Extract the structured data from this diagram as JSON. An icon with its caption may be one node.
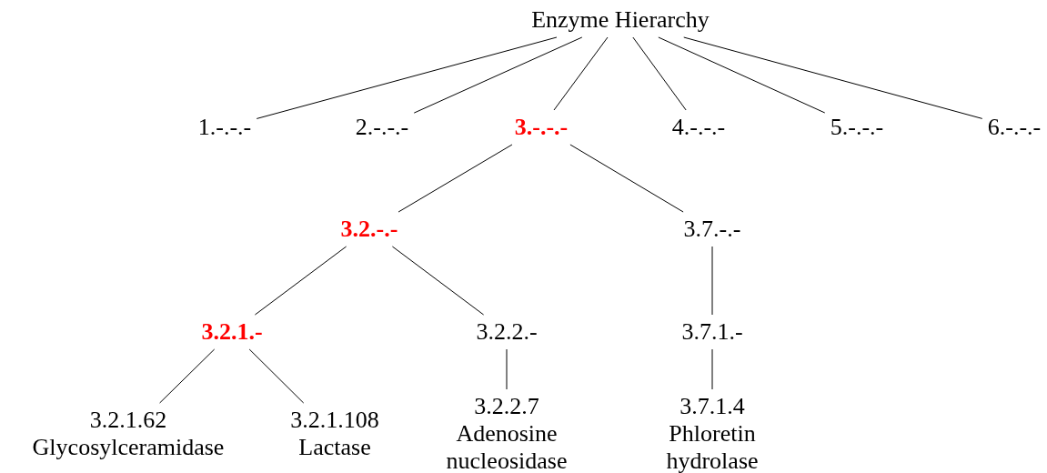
{
  "diagram": {
    "nodes": [
      {
        "text": [
          "Enzyme Hierarchy"
        ]
      },
      {
        "text": [
          "1.-.-.-"
        ]
      },
      {
        "text": [
          "2.-.-.-"
        ]
      },
      {
        "text": [
          "**3.-.-.-**"
        ]
      },
      {
        "text": [
          "4.-.-.-"
        ]
      },
      {
        "text": [
          "5.-.-.-"
        ]
      },
      {
        "text": [
          "6.-.-.-"
        ]
      },
      {
        "text": [
          "**3.2.-.-**"
        ]
      },
      {
        "text": [
          "3.7.-.-"
        ]
      },
      {
        "text": [
          "**3.2.1.-**"
        ]
      },
      {
        "text": [
          "3.2.2.-"
        ]
      },
      {
        "text": [
          "3.7.1.-"
        ]
      },
      {
        "text": [
          "3.2.1.62",
          "Glycosylceramidase"
        ]
      },
      {
        "text": [
          "3.2.1.108",
          "Lactase"
        ]
      },
      {
        "text": [
          "3.2.2.7",
          "Adenosine nucleosidase"
        ]
      },
      {
        "text": [
          "3.7.1.4",
          "Phloretin hydrolase"
        ]
      }
    ],
    "edges": [
      {
        "from": 0,
        "to": 1,
        "arrow": "none"
      },
      {
        "from": 0,
        "to": 2,
        "arrow": "none"
      },
      {
        "from": 0,
        "to": 3,
        "arrow": "none"
      },
      {
        "from": 0,
        "to": 4,
        "arrow": "none"
      },
      {
        "from": 0,
        "to": 5,
        "arrow": "none"
      },
      {
        "from": 0,
        "to": 6,
        "arrow": "none"
      },
      {
        "from": 3,
        "to": 7,
        "arrow": "none"
      },
      {
        "from": 3,
        "to": 8,
        "arrow": "none"
      },
      {
        "from": 7,
        "to": 9,
        "arrow": "none"
      },
      {
        "from": 7,
        "to": 10,
        "arrow": "none"
      },
      {
        "from": 8,
        "to": 11,
        "arrow": "none"
      },
      {
        "from": 9,
        "to": 12,
        "arrow": "none"
      },
      {
        "from": 9,
        "to": 13,
        "arrow": "none"
      },
      {
        "from": 10,
        "to": 14,
        "arrow": "none"
      },
      {
        "from": 11,
        "to": 15,
        "arrow": "none"
      }
    ]
  }
}
